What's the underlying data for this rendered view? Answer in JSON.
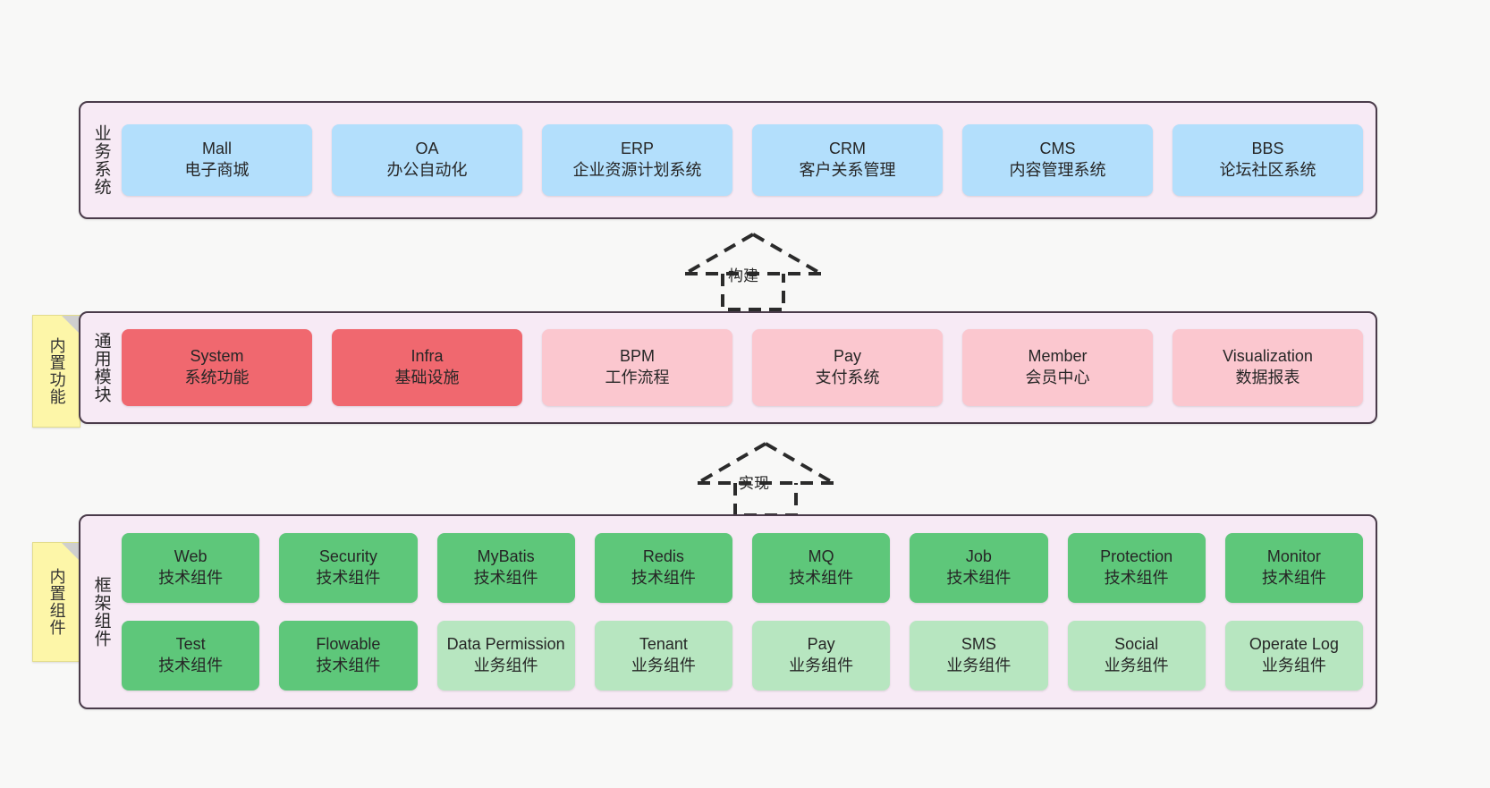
{
  "diagram": {
    "background_color": "#f8f8f7",
    "container_color": "#f7eaf5",
    "note_color": "#fdf6a8"
  },
  "layers": [
    {
      "id": "business",
      "title": "业务系统",
      "card_color": "#b3dffc",
      "cards": [
        {
          "en": "Mall",
          "cn": "电子商城",
          "tone": "blue"
        },
        {
          "en": "OA",
          "cn": "办公自动化",
          "tone": "blue"
        },
        {
          "en": "ERP",
          "cn": "企业资源计划系统",
          "tone": "blue"
        },
        {
          "en": "CRM",
          "cn": "客户关系管理",
          "tone": "blue"
        },
        {
          "en": "CMS",
          "cn": "内容管理系统",
          "tone": "blue"
        },
        {
          "en": "BBS",
          "cn": "论坛社区系统",
          "tone": "blue"
        }
      ]
    },
    {
      "id": "modules",
      "title": "通用模块",
      "card_color": "#f0686f",
      "card_color_alt": "#fbc7cf",
      "cards": [
        {
          "en": "System",
          "cn": "系统功能",
          "tone": "red"
        },
        {
          "en": "Infra",
          "cn": "基础设施",
          "tone": "red"
        },
        {
          "en": "BPM",
          "cn": "工作流程",
          "tone": "pink"
        },
        {
          "en": "Pay",
          "cn": "支付系统",
          "tone": "pink"
        },
        {
          "en": "Member",
          "cn": "会员中心",
          "tone": "pink"
        },
        {
          "en": "Visualization",
          "cn": "数据报表",
          "tone": "pink"
        }
      ]
    },
    {
      "id": "framework",
      "title": "框架组件",
      "card_color": "#5ec77a",
      "card_color_alt": "#b7e6c0",
      "rows": [
        [
          {
            "en": "Web",
            "cn": "技术组件",
            "tone": "green"
          },
          {
            "en": "Security",
            "cn": "技术组件",
            "tone": "green"
          },
          {
            "en": "MyBatis",
            "cn": "技术组件",
            "tone": "green"
          },
          {
            "en": "Redis",
            "cn": "技术组件",
            "tone": "green"
          },
          {
            "en": "MQ",
            "cn": "技术组件",
            "tone": "green"
          },
          {
            "en": "Job",
            "cn": "技术组件",
            "tone": "green"
          },
          {
            "en": "Protection",
            "cn": "技术组件",
            "tone": "green"
          },
          {
            "en": "Monitor",
            "cn": "技术组件",
            "tone": "green"
          }
        ],
        [
          {
            "en": "Test",
            "cn": "技术组件",
            "tone": "green"
          },
          {
            "en": "Flowable",
            "cn": "技术组件",
            "tone": "green"
          },
          {
            "en": "Data Permission",
            "cn": "业务组件",
            "tone": "lightgreen"
          },
          {
            "en": "Tenant",
            "cn": "业务组件",
            "tone": "lightgreen"
          },
          {
            "en": "Pay",
            "cn": "业务组件",
            "tone": "lightgreen"
          },
          {
            "en": "SMS",
            "cn": "业务组件",
            "tone": "lightgreen"
          },
          {
            "en": "Social",
            "cn": "业务组件",
            "tone": "lightgreen"
          },
          {
            "en": "Operate Log",
            "cn": "业务组件",
            "tone": "lightgreen"
          }
        ]
      ]
    }
  ],
  "notes": [
    {
      "id": "builtin-func",
      "label": "内置功能"
    },
    {
      "id": "builtin-comp",
      "label": "内置组件"
    }
  ],
  "connectors": [
    {
      "id": "build",
      "label": "构建"
    },
    {
      "id": "impl",
      "label": "实现"
    }
  ]
}
